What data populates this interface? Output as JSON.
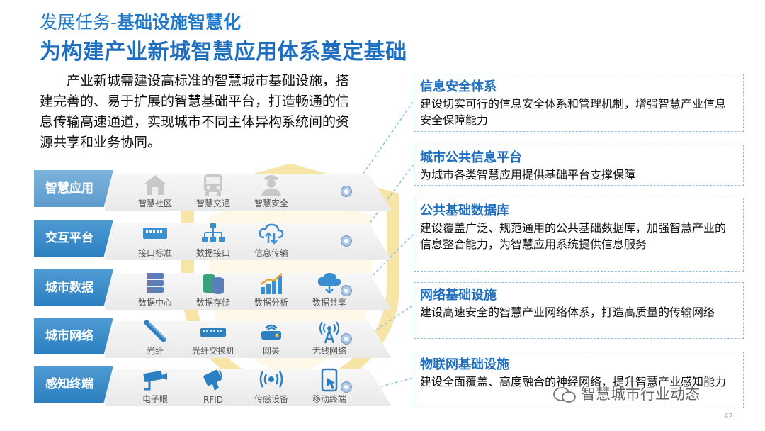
{
  "title": {
    "prefix": "发展任务-",
    "bold": "基础设施智慧化",
    "main": "为构建产业新城智慧应用体系奠定基础"
  },
  "intro": "产业新城需建设高标准的智慧城市基础设施，搭建完善的、易于扩展的智慧基础平台，打造畅通的信息传输高速通道，实现城市不同主体异构系统间的资源共享和业务协同。",
  "layers": [
    {
      "label": "智慧应用",
      "items": [
        {
          "label": "智慧社区",
          "icon": "house-icon"
        },
        {
          "label": "智慧交通",
          "icon": "bus-icon"
        },
        {
          "label": "智慧安全",
          "icon": "police-officer-icon"
        }
      ]
    },
    {
      "label": "交互平台",
      "items": [
        {
          "label": "接口标准",
          "icon": "connector-panel-icon"
        },
        {
          "label": "数据接口",
          "icon": "network-tree-icon"
        },
        {
          "label": "信息传输",
          "icon": "cloud-transfer-icon"
        }
      ]
    },
    {
      "label": "城市数据",
      "items": [
        {
          "label": "数据中心",
          "icon": "server-stack-icon"
        },
        {
          "label": "数据存储",
          "icon": "database-icon"
        },
        {
          "label": "数据分析",
          "icon": "bar-chart-icon"
        },
        {
          "label": "数据共享",
          "icon": "cloud-download-icon"
        }
      ]
    },
    {
      "label": "城市网络",
      "items": [
        {
          "label": "光纤",
          "icon": "fiber-cable-icon"
        },
        {
          "label": "光纤交换机",
          "icon": "switch-icon"
        },
        {
          "label": "网关",
          "icon": "router-icon"
        },
        {
          "label": "无线网络",
          "icon": "antenna-icon"
        }
      ]
    },
    {
      "label": "感知终端",
      "items": [
        {
          "label": "电子眼",
          "icon": "camera-icon"
        },
        {
          "label": "RFID",
          "icon": "rfid-card-icon"
        },
        {
          "label": "传感设备",
          "icon": "sensor-icon"
        },
        {
          "label": "移动终端",
          "icon": "mobile-touch-icon"
        }
      ]
    }
  ],
  "boxes": [
    {
      "title": "信息安全体系",
      "body": "建设切实可行的信息安全体系和管理机制，增强智慧产业信息安全保障能力"
    },
    {
      "title": "城市公共信息平台",
      "body": "为城市各类智慧应用提供基础平台支撑保障"
    },
    {
      "title": "公共基础数据库",
      "body": "建设覆盖广泛、规范通用的公共基础数据库，加强智慧产业的信息整合能力，为智慧应用系统提供信息服务"
    },
    {
      "title": "网络基础设施",
      "body": "建设高速安全的智慧产业网络体系，打造高质量的传输网络"
    },
    {
      "title": "物联网基础设施",
      "body": "建设全面覆盖、高度融合的神经网络，提升智慧产业感知能力"
    }
  ],
  "watermark": "智慧城市行业动态",
  "page_number": "42",
  "colors": {
    "accent": "#1f6fc1",
    "tab": "#2c7fc0",
    "box_border": "#8fc2dd",
    "shield": "#f3dc8a"
  }
}
